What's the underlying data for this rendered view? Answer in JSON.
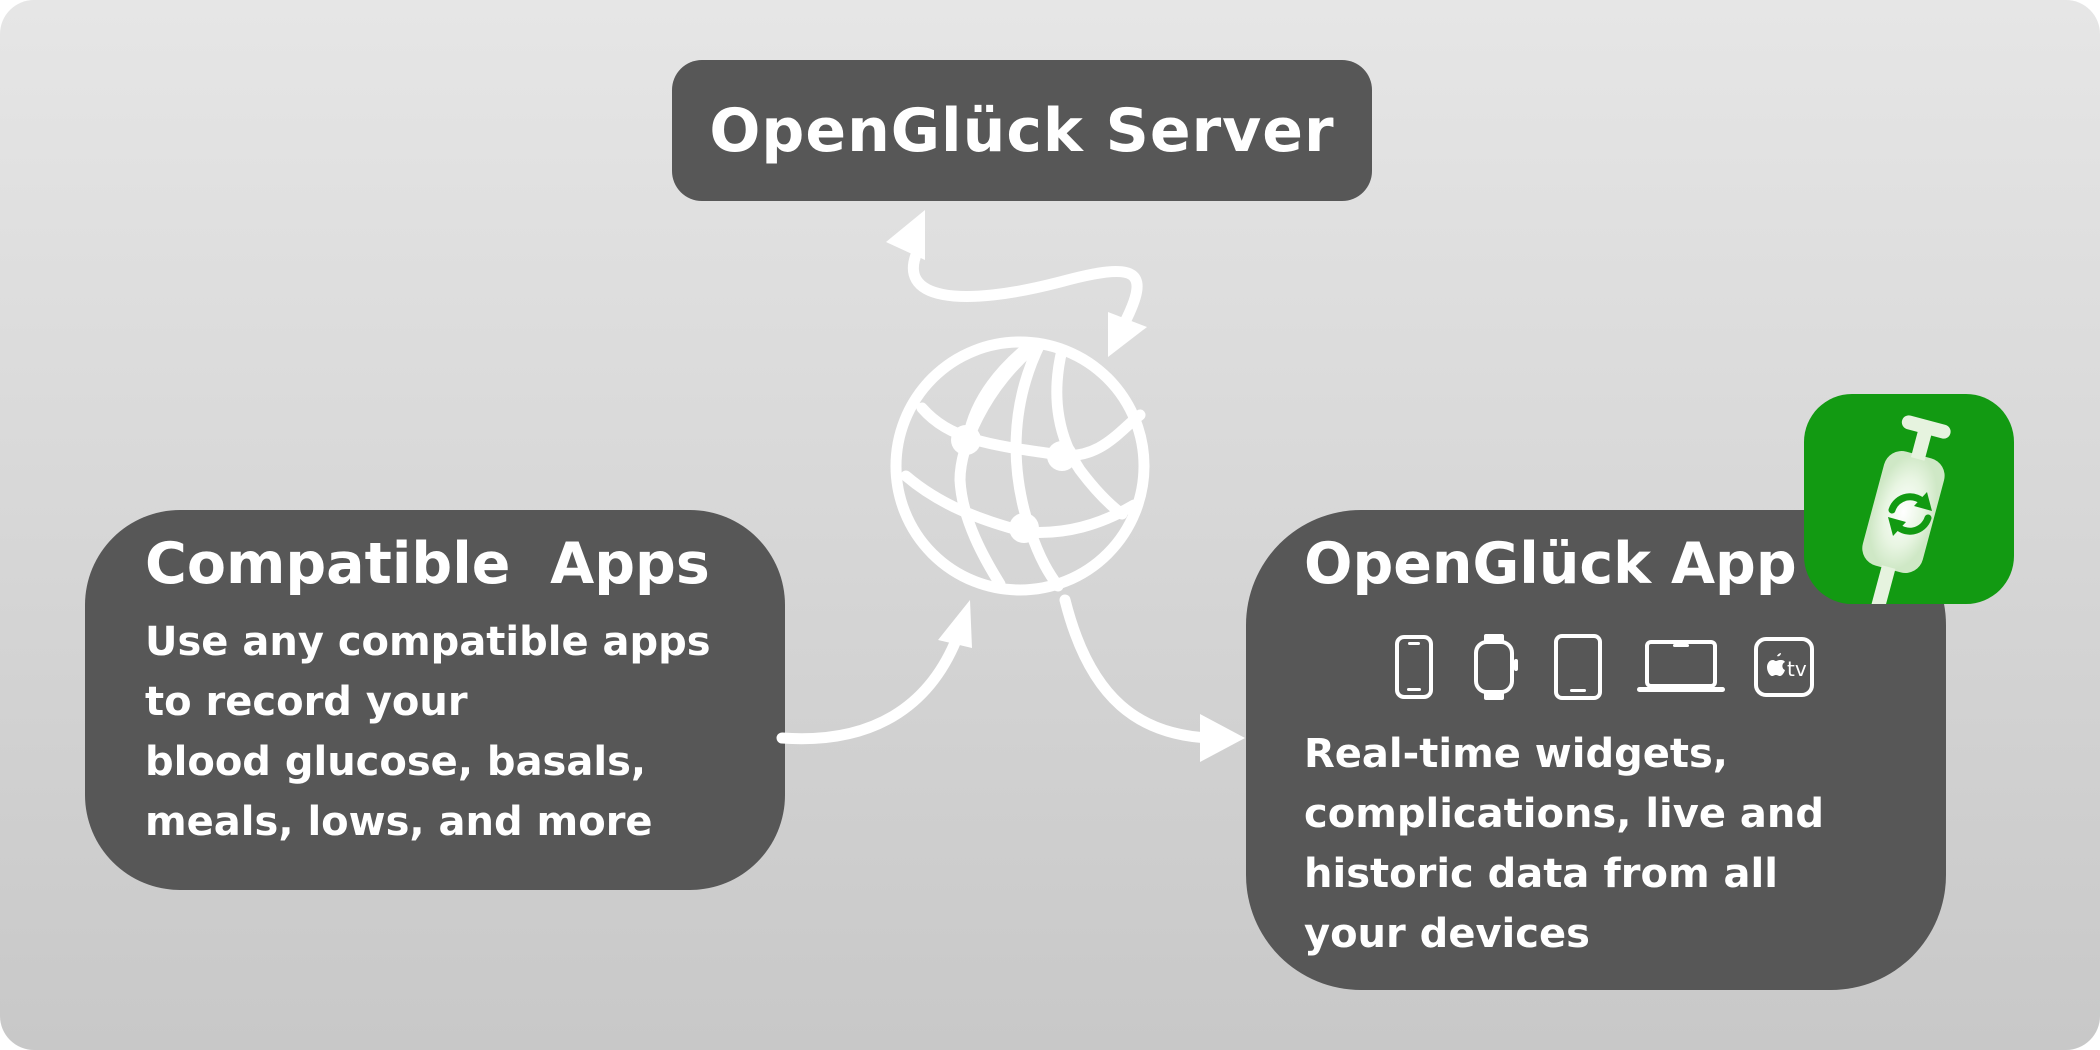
{
  "server": {
    "title": "OpenGlück Server"
  },
  "compatible": {
    "title": "Compatible  Apps",
    "desc": [
      "Use any compatible apps",
      "to record your",
      "blood glucose, basals,",
      "meals, lows, and more"
    ]
  },
  "app": {
    "title": "OpenGlück App",
    "devices": [
      "iphone-icon",
      "apple-watch-icon",
      "ipad-icon",
      "macbook-icon",
      "apple-tv-icon"
    ],
    "tv_label": "tv",
    "desc": [
      "Real-time widgets,",
      "complications, live and",
      "historic data from all",
      "your devices"
    ]
  },
  "colors": {
    "box": "#575757",
    "accent_green": "#129a12",
    "line": "#ffffff"
  }
}
